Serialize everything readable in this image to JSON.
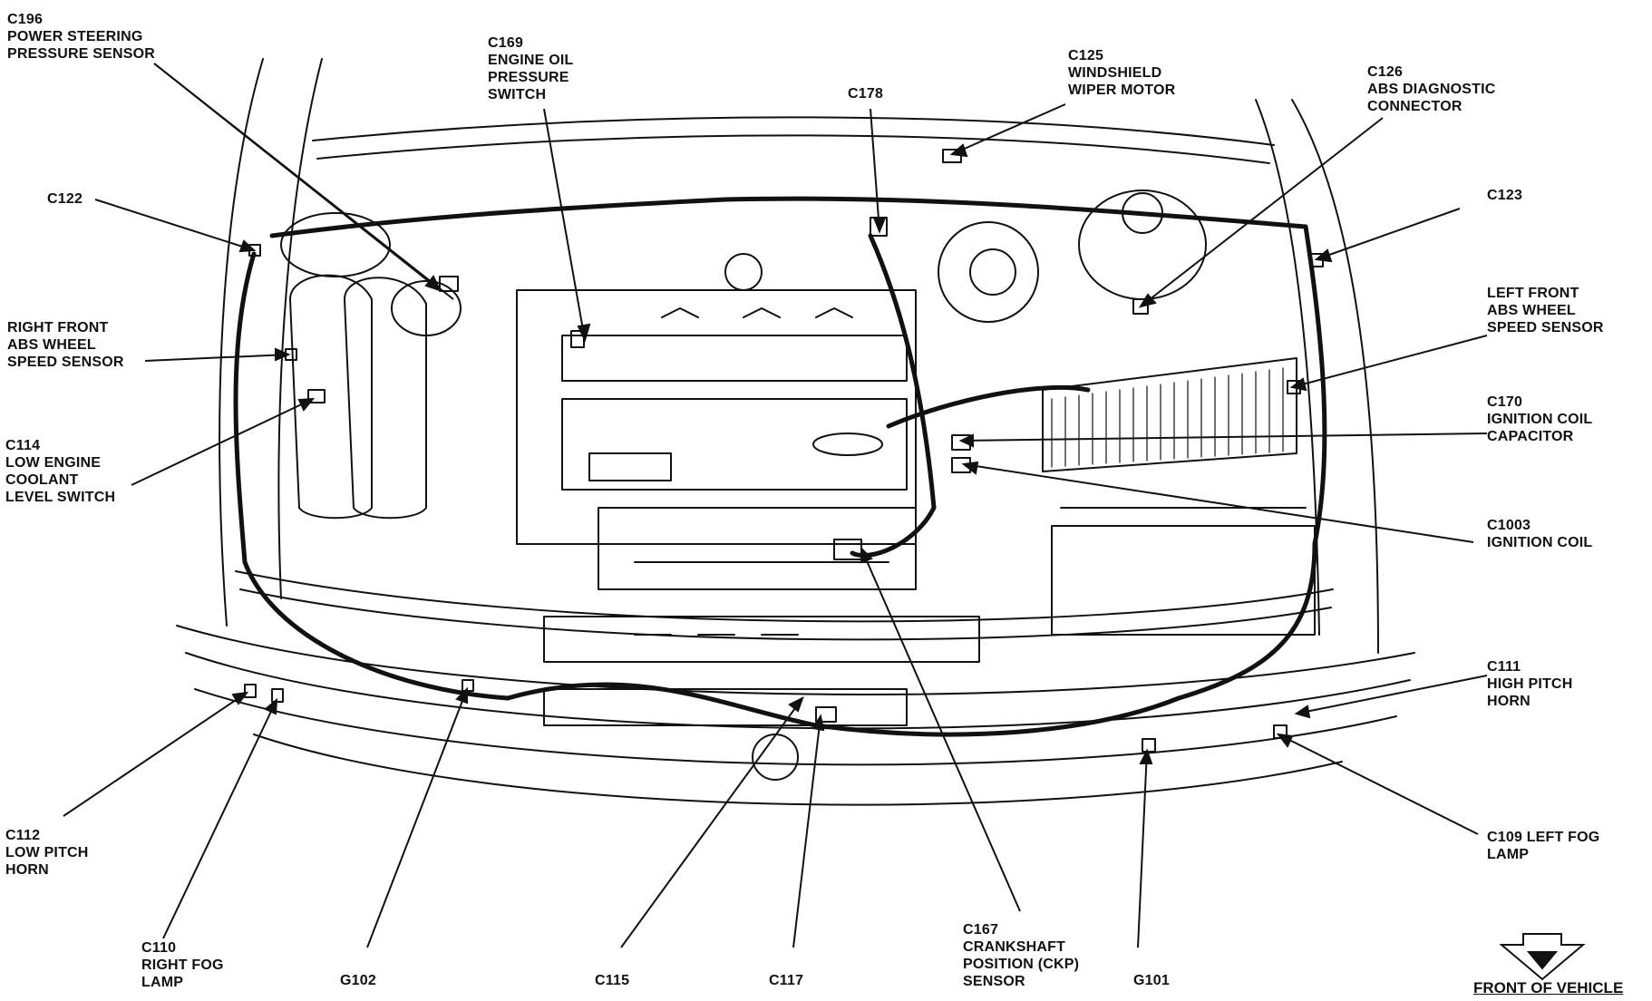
{
  "labels": {
    "c196": [
      "C196",
      "POWER STEERING",
      "PRESSURE SENSOR"
    ],
    "c169": [
      "C169",
      "ENGINE OIL",
      "PRESSURE",
      "SWITCH"
    ],
    "c178": [
      "C178"
    ],
    "c125": [
      "C125",
      "WINDSHIELD",
      "WIPER MOTOR"
    ],
    "c126": [
      "C126",
      "ABS DIAGNOSTIC",
      "CONNECTOR"
    ],
    "c122": [
      "C122"
    ],
    "c123": [
      "C123"
    ],
    "rf_abs": [
      "RIGHT FRONT",
      "ABS WHEEL",
      "SPEED SENSOR"
    ],
    "lf_abs": [
      "LEFT FRONT",
      "ABS WHEEL",
      "SPEED SENSOR"
    ],
    "c170": [
      "C170",
      "IGNITION COIL",
      "CAPACITOR"
    ],
    "c114": [
      "C114",
      "LOW ENGINE",
      "COOLANT",
      "LEVEL SWITCH"
    ],
    "c1003": [
      "C1003",
      "IGNITION COIL"
    ],
    "c111": [
      "C111",
      "HIGH PITCH",
      "HORN"
    ],
    "c112": [
      "C112",
      "LOW PITCH",
      "HORN"
    ],
    "c109": [
      "C109 LEFT FOG",
      "LAMP"
    ],
    "c110": [
      "C110",
      "RIGHT FOG",
      "LAMP"
    ],
    "g102": [
      "G102"
    ],
    "c115": [
      "C115"
    ],
    "c117": [
      "C117"
    ],
    "c167": [
      "C167",
      "CRANKSHAFT",
      "POSITION (CKP)",
      "SENSOR"
    ],
    "g101": [
      "G101"
    ]
  },
  "front_of_vehicle": "FRONT OF VEHICLE",
  "colors": {
    "ink": "#111111",
    "paper": "#ffffff"
  }
}
